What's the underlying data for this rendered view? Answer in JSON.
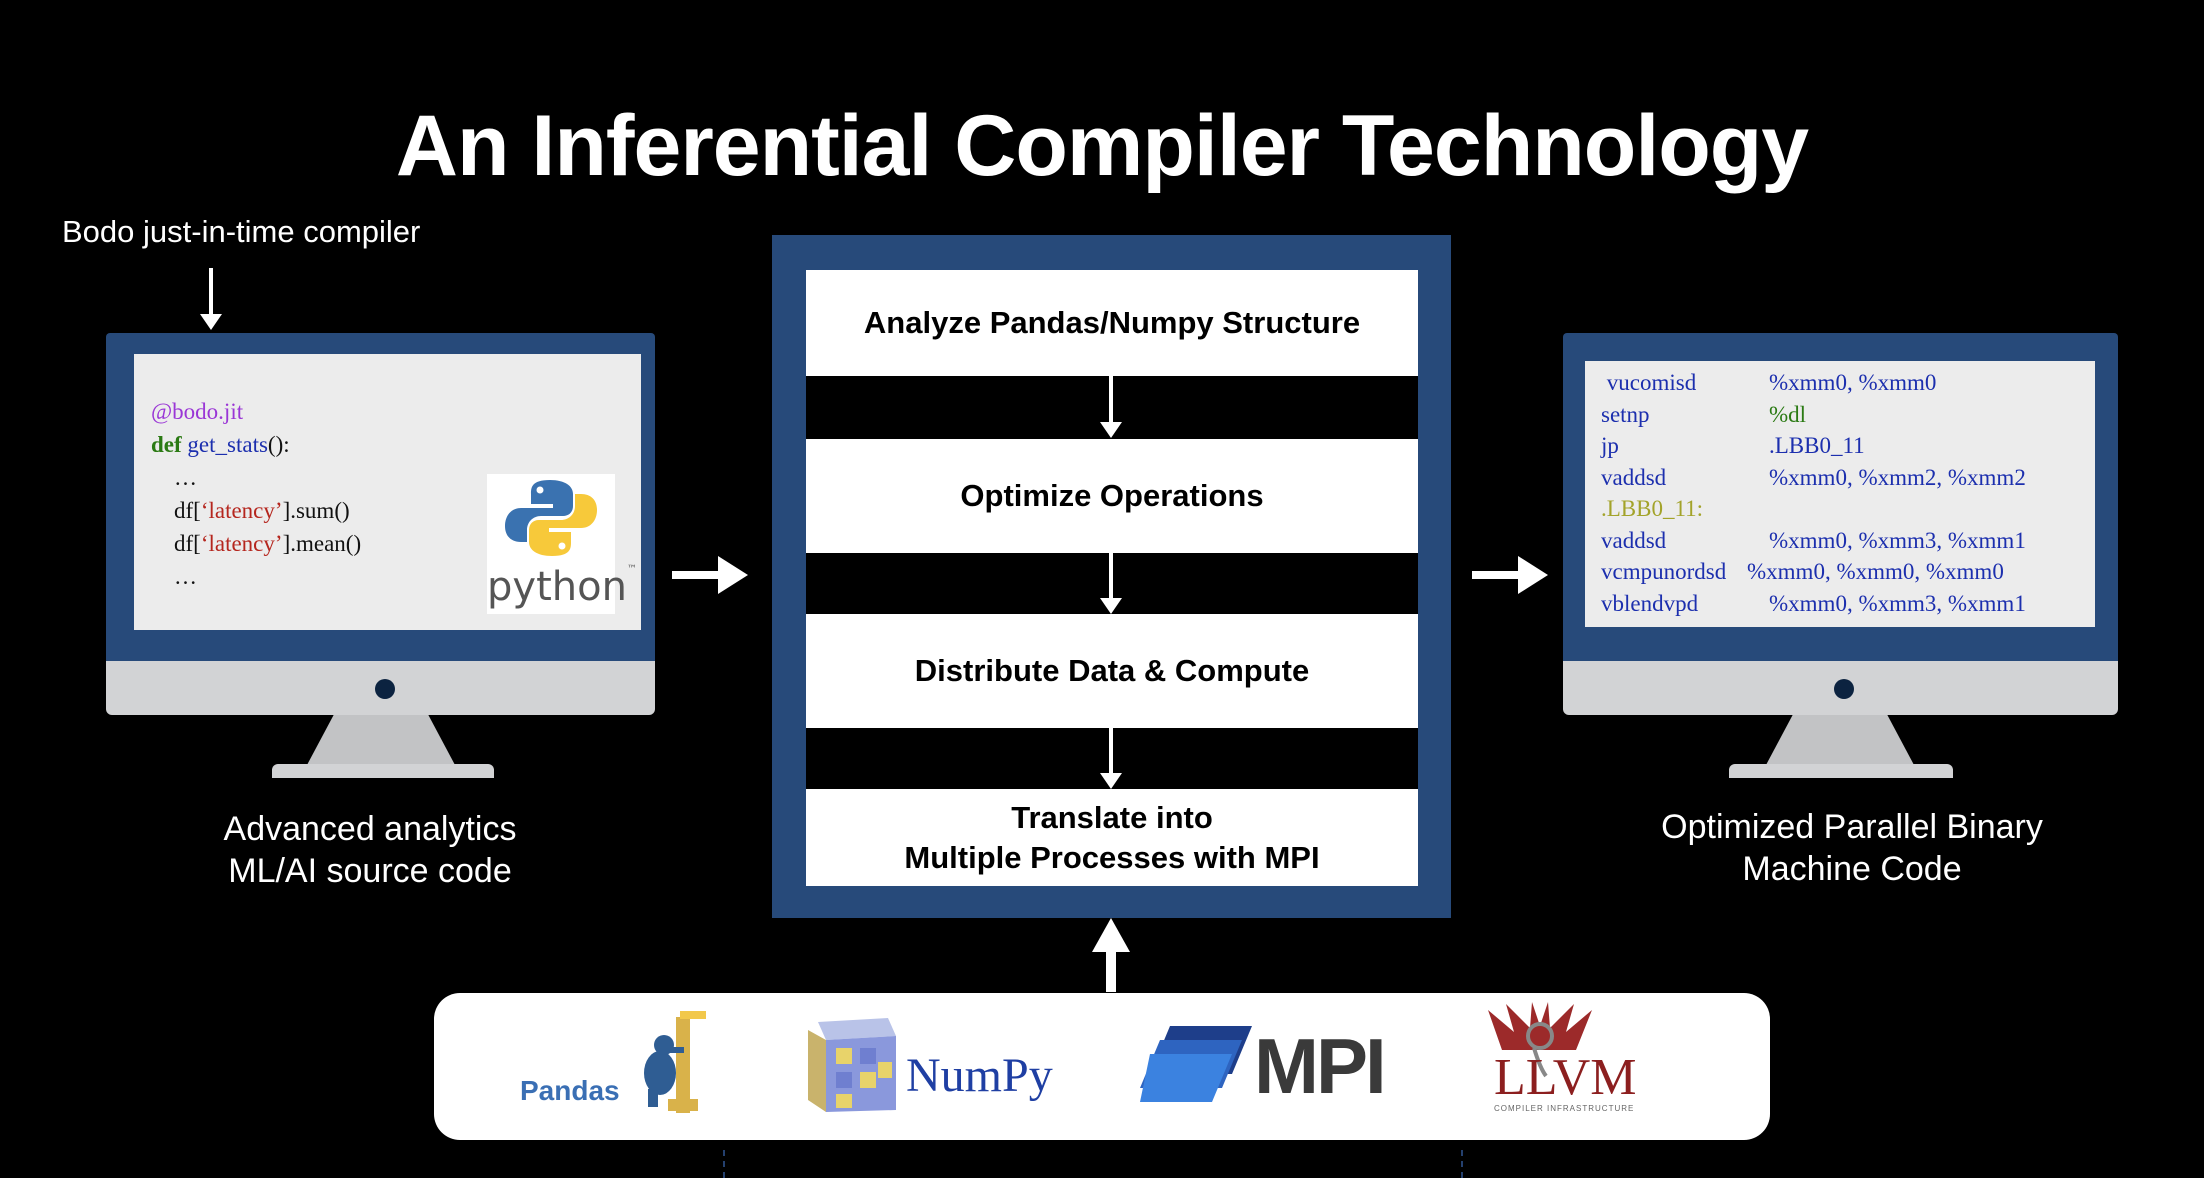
{
  "title": "An Inferential Compiler Technology",
  "jit_label": "Bodo just-in-time compiler",
  "source_code": {
    "decorator": "@bodo.jit",
    "def_keyword": "def",
    "func_name": "get_stats",
    "func_tail": "():",
    "ellipsis1": "…",
    "line3_pre": "df[",
    "line3_str": "‘latency’",
    "line3_post": "].sum()",
    "line4_pre": "df[",
    "line4_str": "‘latency’",
    "line4_post": "].mean()",
    "ellipsis2": "…"
  },
  "python_logo_text": "python",
  "python_tm": "™",
  "left_caption": [
    "Advanced analytics",
    "ML/AI source code"
  ],
  "pipeline_stages": [
    "Analyze Pandas/Numpy Structure",
    "Optimize Operations",
    "Distribute Data & Compute",
    "Translate into\nMultiple Processes with MPI"
  ],
  "asm": [
    {
      "op": " vucomisd",
      "args": "%xmm0, %xmm0"
    },
    {
      "op": "setnp",
      "args": "%dl"
    },
    {
      "op": "jp",
      "args": ".LBB0_11"
    },
    {
      "op": "vaddsd",
      "args": "%xmm0, %xmm2, %xmm2"
    },
    {
      "label": ".LBB0_11:"
    },
    {
      "op": "vaddsd",
      "args": "%xmm0, %xmm3, %xmm1"
    },
    {
      "op": "vcmpunordsd",
      "args": "%xmm0, %xmm0, %xmm0"
    },
    {
      "op": "vblendvpd",
      "args": "%xmm0, %xmm3, %xmm1"
    }
  ],
  "right_caption": [
    "Optimized Parallel Binary",
    "Machine Code"
  ],
  "libraries": {
    "pandas": "Pandas",
    "numpy": "NumPy",
    "mpi": "MPI",
    "llvm": "LLVM",
    "llvm_sub": "COMPILER INFRASTRUCTURE"
  },
  "colors": {
    "bezel": "#274a7a",
    "decorator": "#9a36d6",
    "keyword": "#2b7a14",
    "func": "#1c2fae",
    "string": "#b5261e",
    "pandas_blue": "#3a6fb4",
    "numpy_blue": "#1f3fa3",
    "llvm_red": "#8c1f1f"
  }
}
